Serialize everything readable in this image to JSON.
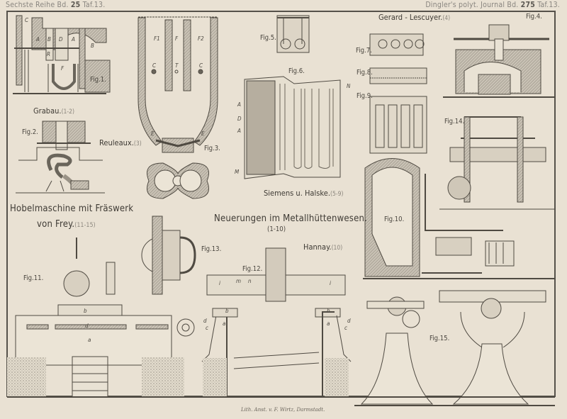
{
  "header": {
    "left": {
      "series": "Sechste Reihe Bd.",
      "volume": "25",
      "plate": "Taf.13."
    },
    "right": {
      "journal": "Dingler's polyt. Journal Bd.",
      "volume": "275",
      "plate": "Taf.13."
    }
  },
  "title": {
    "main": "Neuerungen im Metallhüttenwesen.",
    "figs": "(1-10)"
  },
  "sections": {
    "grabau": {
      "name": "Grabau.",
      "figs": "(1-2)"
    },
    "reuleaux": {
      "name": "Reuleaux.",
      "figs": "(3)"
    },
    "siemens": {
      "name": "Siemens u. Halske.",
      "figs": "(5-9)"
    },
    "gerard": {
      "name": "Gerard - Lescuyer.",
      "figs": "(4)"
    },
    "hannay": {
      "name": "Hannay.",
      "figs": "(10)"
    },
    "frey_line1": "Hobelmaschine mit Fräswerk",
    "frey_line2": "von Frey.",
    "frey_figs": "(11-15)"
  },
  "figures": {
    "f1": "Fig.1.",
    "f2": "Fig.2.",
    "f3": "Fig.3.",
    "f4": "Fig.4.",
    "f5": "Fig.5.",
    "f6": "Fig.6.",
    "f7": "Fig.7.",
    "f8": "Fig.8.",
    "f9": "Fig.9.",
    "f10": "Fig.10.",
    "f11": "Fig.11.",
    "f12": "Fig.12.",
    "f13": "Fig.13.",
    "f14": "Fig.14.",
    "f15": "Fig.15."
  },
  "lettering": {
    "fig1": [
      "C",
      "A",
      "B",
      "D",
      "A",
      "B",
      "R",
      "F"
    ],
    "fig3": [
      "F1",
      "F",
      "F2",
      "C",
      "T",
      "C",
      "E",
      "E"
    ],
    "fig6": [
      "A",
      "D",
      "A",
      "M",
      "N"
    ],
    "fig11": [
      "b",
      "d",
      "a"
    ],
    "fig12": [
      "i",
      "m",
      "n",
      "i",
      "a",
      "a",
      "b",
      "b",
      "c",
      "d",
      "c",
      "d"
    ]
  },
  "imprint": "Lith. Anst. v. F. Wirtz, Darmstadt."
}
